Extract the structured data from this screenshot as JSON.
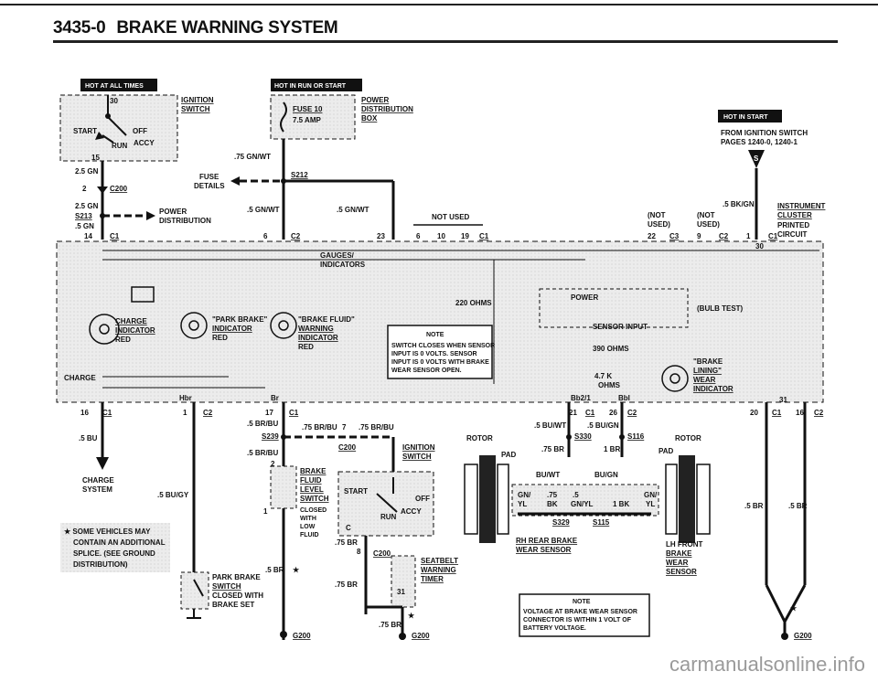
{
  "page": {
    "number": "3435-0",
    "title": "BRAKE WARNING SYSTEM"
  },
  "badges": {
    "hot_always": "HOT AT ALL TIMES",
    "hot_run_start": "HOT IN RUN OR START",
    "hot_start": "HOT IN START"
  },
  "ignition": {
    "label1": "IGNITION",
    "label2": "SWITCH",
    "pin30": "30",
    "start": "START",
    "off": "OFF",
    "acc": "ACCY",
    "run": "RUN",
    "pin15": "15"
  },
  "fuse": {
    "name": "FUSE 10",
    "amp": "7.5 AMP",
    "pd1": "POWER",
    "pd2": "DISTRIBUTION",
    "pd3": "BOX"
  },
  "from_ign": {
    "line1": "FROM IGNITION SWITCH",
    "line2": "PAGES 1240-0, 1240-1",
    "s": "S"
  },
  "wires": {
    "w25gn_a": "2.5 GN",
    "c200_2": "2",
    "c200": "C200",
    "w25gn_b": "2.5 GN",
    "s213": "S213",
    "w5gn": ".5 GN",
    "pin14": "14",
    "c1": "C1",
    "pwr1": "POWER",
    "pwr2": "DISTRIBUTION",
    "fuse1": "FUSE",
    "fuse2": "DETAILS",
    "w75gnwt": ".75 GN/WT",
    "s212": "S212",
    "w5gnwt_a": ".5 GN/WT",
    "w5gnwt_b": ".5 GN/WT",
    "pin6": "6",
    "c2": "C2",
    "pin23": "23",
    "not_used": "NOT USED",
    "p6": "6",
    "p10": "10",
    "p19": "19",
    "c1b": "C1",
    "not_used_a1": "(NOT",
    "not_used_a2": "USED)",
    "p22": "22",
    "c3": "C3",
    "not_used_b1": "(NOT",
    "not_used_b2": "USED)",
    "p9": "9",
    "c2b": "C2",
    "w5bkgn": ".5 BK/GN",
    "p1": "1",
    "c1c": "C1",
    "p30": "30"
  },
  "cluster": {
    "l1": "INSTRUMENT",
    "l2": "CLUSTER",
    "l3": "PRINTED",
    "l4": "CIRCUIT"
  },
  "inside": {
    "gauges1": "GAUGES/",
    "gauges2": "INDICATORS",
    "ohms220": "220 OHMS",
    "power": "POWER",
    "bulb": "(BULB TEST)",
    "sensor_input": "SENSOR INPUT",
    "ohms390": "390 OHMS",
    "k47_1": "4.7 K",
    "k47_2": "OHMS",
    "charge1": "CHARGE",
    "charge2": "INDICATOR",
    "charge3": "RED",
    "park1": "\"PARK BRAKE\"",
    "park2": "INDICATOR",
    "park3": "RED",
    "fluid1": "\"BRAKE FLUID\"",
    "fluid2": "WARNING",
    "fluid3": "INDICATOR",
    "fluid4": "RED",
    "lining1": "\"BRAKE",
    "lining2": "LINING\"",
    "lining3": "WEAR",
    "lining4": "INDICATOR",
    "charge_arrow": "CHARGE",
    "hbr": "Hbr",
    "br": "Br",
    "bb2": "Bb2/1",
    "bbl": "Bbl"
  },
  "note1": {
    "title": "NOTE",
    "l1": "SWITCH CLOSES WHEN SENSOR",
    "l2": "INPUT IS 0 VOLTS. SENSOR",
    "l3": "INPUT IS 0 VOLTS WITH BRAKE",
    "l4": "WEAR SENSOR OPEN."
  },
  "lower": {
    "p16": "16",
    "c1": "C1",
    "w5bu": ".5 BU",
    "charge1": "CHARGE",
    "charge2": "SYSTEM",
    "p1": "1",
    "c2": "C2",
    "w5buGy": ".5 BU/GY",
    "p17": "17",
    "c1b": "C1",
    "w5brbu_a": ".5 BR/BU",
    "s239": "S239",
    "w75brbu_a": ".75 BR/BU",
    "p7": "7",
    "w75brbu_b": ".75 BR/BU",
    "c200": "C200",
    "w5brbu_b": ".5 BR/BU",
    "p2": "2",
    "fl1": "BRAKE",
    "fl2": "FLUID",
    "fl3": "LEVEL",
    "fl4": "SWITCH",
    "fl5": "CLOSED",
    "fl6": "WITH",
    "fl7": "LOW",
    "fl8": "FLUID",
    "p1b": "1",
    "ign1": "IGNITION",
    "ign2": "SWITCH",
    "start": "START",
    "off": "OFF",
    "run": "RUN",
    "accy": "ACCY",
    "ign_c": "C",
    "w75br_a": ".75 BR",
    "p8": "8",
    "c200b": "C200",
    "sb1": "SEATBELT",
    "sb2": "WARNING",
    "sb3": "TIMER",
    "p31": "31",
    "w5br": ".5 BR",
    "w75br_b": ".75 BR",
    "w75br_c": ".75 BR",
    "pb1": "PARK BRAKE",
    "pb2": "SWITCH",
    "pb3": "CLOSED WITH",
    "pb4": "BRAKE SET",
    "g200a": "G200",
    "g200b": "G200",
    "g200c": "G200",
    "star_note1": "SOME VEHICLES MAY",
    "star_note2": "CONTAIN AN ADDITIONAL",
    "star_note3": "SPLICE. (SEE GROUND",
    "star_note4": "DISTRIBUTION)",
    "star": "★",
    "p21": "21",
    "c1c": "C1",
    "p26": "26",
    "c2c": "C2",
    "w5buwt": ".5 BU/WT",
    "w5bugn": ".5 BU/GN",
    "s330": "S330",
    "s116": "S116",
    "w75br_d": ".75 BR",
    "w1br": "1 BR",
    "rotor_l": "ROTOR",
    "rotor_r": "ROTOR",
    "pad_l": "PAD",
    "pad_r": "PAD",
    "buwt": "BU/WT",
    "bugn": "BU/GN",
    "gnyl_l1": "GN/",
    "gnyl_l2": "YL",
    "w75": ".75",
    "w5": ".5",
    "bk": "BK",
    "gnyl": "GN/YL",
    "w1bk": "1 BK",
    "gnyl_r1": "GN/",
    "gnyl_r2": "YL",
    "s329": "S329",
    "s115": "S115",
    "rh1": "RH REAR BRAKE",
    "rh2": "WEAR SENSOR",
    "lh1": "LH FRONT",
    "lh2": "BRAKE",
    "lh3": "WEAR",
    "lh4": "SENSOR",
    "p20": "20",
    "c1d": "C1",
    "p16b": "16",
    "c2d": "C2",
    "p31b": "31",
    "w5br_l": ".5 BR",
    "w5br_r": ".5 BR"
  },
  "note2": {
    "title": "NOTE",
    "l1": "VOLTAGE AT BRAKE WEAR SENSOR",
    "l2": "CONNECTOR IS WITHIN 1 VOLT OF",
    "l3": "BATTERY VOLTAGE."
  },
  "watermark": "carmanualsonline.info"
}
